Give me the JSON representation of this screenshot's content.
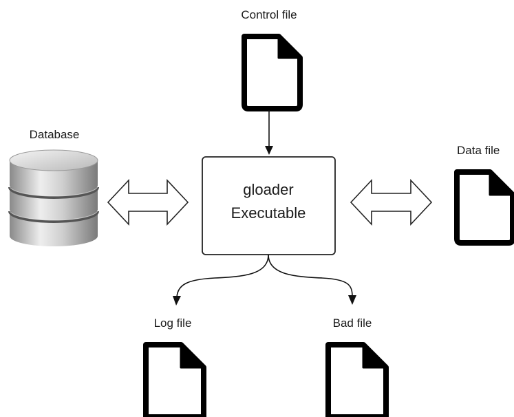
{
  "center_box": {
    "line1": "gloader",
    "line2": "Executable"
  },
  "labels": {
    "control_file": "Control file",
    "database": "Database",
    "data_file": "Data file",
    "log_file": "Log file",
    "bad_file": "Bad file"
  },
  "icons": {
    "control_file": "document-icon",
    "database": "database-icon",
    "data_file": "document-icon",
    "log_file": "document-icon",
    "bad_file": "document-icon"
  },
  "colors": {
    "stroke": "#000000",
    "background": "#ffffff"
  }
}
